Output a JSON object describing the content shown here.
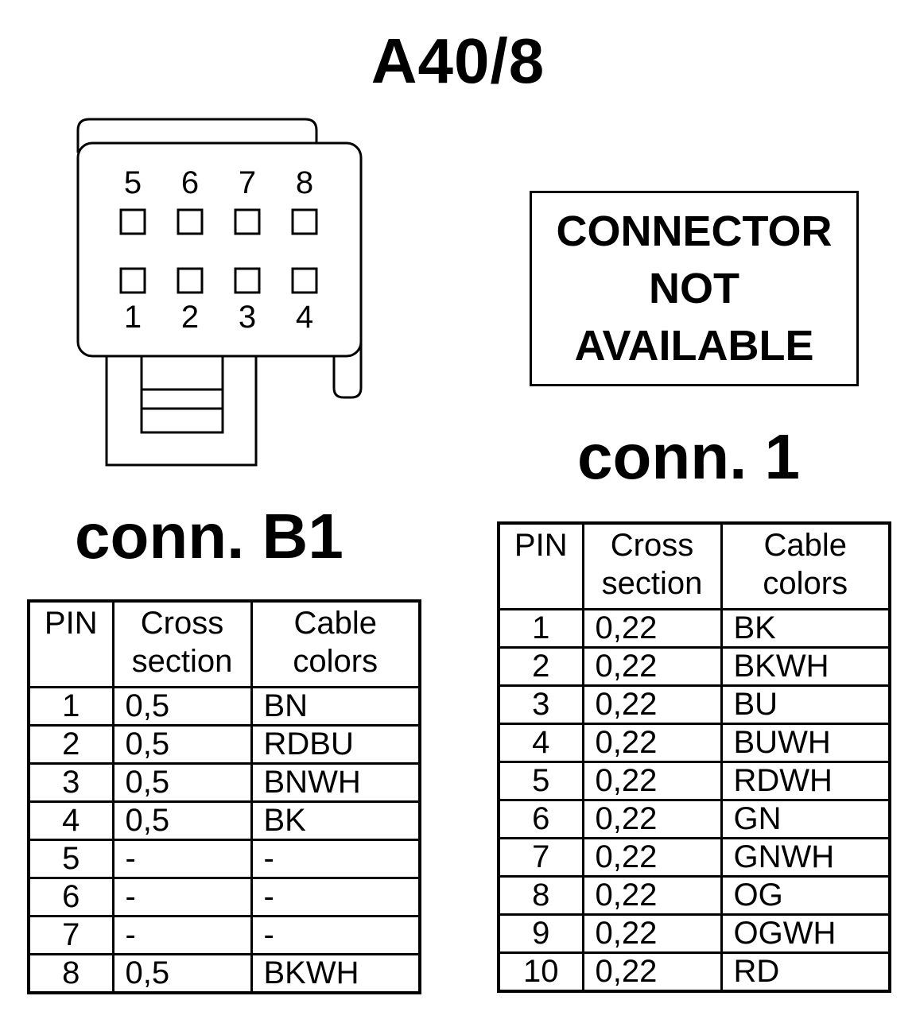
{
  "title": "A40/8",
  "drawing": {
    "pin_labels_top": [
      "5",
      "6",
      "7",
      "8"
    ],
    "pin_labels_bottom": [
      "1",
      "2",
      "3",
      "4"
    ]
  },
  "not_available_box": [
    "CONNECTOR",
    "NOT",
    "AVAILABLE"
  ],
  "connectors": [
    {
      "heading": "conn. B1",
      "headers": {
        "pin": "PIN",
        "cross": [
          "Cross",
          "section"
        ],
        "colors": [
          "Cable",
          "colors"
        ]
      },
      "rows": [
        {
          "pin": "1",
          "cross": "0,5",
          "color": "BN"
        },
        {
          "pin": "2",
          "cross": "0,5",
          "color": "RDBU"
        },
        {
          "pin": "3",
          "cross": "0,5",
          "color": "BNWH"
        },
        {
          "pin": "4",
          "cross": "0,5",
          "color": "BK"
        },
        {
          "pin": "5",
          "cross": "-",
          "color": "-"
        },
        {
          "pin": "6",
          "cross": "-",
          "color": "-"
        },
        {
          "pin": "7",
          "cross": "-",
          "color": "-"
        },
        {
          "pin": "8",
          "cross": "0,5",
          "color": "BKWH"
        }
      ]
    },
    {
      "heading": "conn. 1",
      "headers": {
        "pin": "PIN",
        "cross": [
          "Cross",
          "section"
        ],
        "colors": [
          "Cable",
          "colors"
        ]
      },
      "rows": [
        {
          "pin": "1",
          "cross": "0,22",
          "color": "BK"
        },
        {
          "pin": "2",
          "cross": "0,22",
          "color": "BKWH"
        },
        {
          "pin": "3",
          "cross": "0,22",
          "color": "BU"
        },
        {
          "pin": "4",
          "cross": "0,22",
          "color": "BUWH"
        },
        {
          "pin": "5",
          "cross": "0,22",
          "color": "RDWH"
        },
        {
          "pin": "6",
          "cross": "0,22",
          "color": "GN"
        },
        {
          "pin": "7",
          "cross": "0,22",
          "color": "GNWH"
        },
        {
          "pin": "8",
          "cross": "0,22",
          "color": "OG"
        },
        {
          "pin": "9",
          "cross": "0,22",
          "color": "OGWH"
        },
        {
          "pin": "10",
          "cross": "0,22",
          "color": "RD"
        }
      ]
    }
  ]
}
